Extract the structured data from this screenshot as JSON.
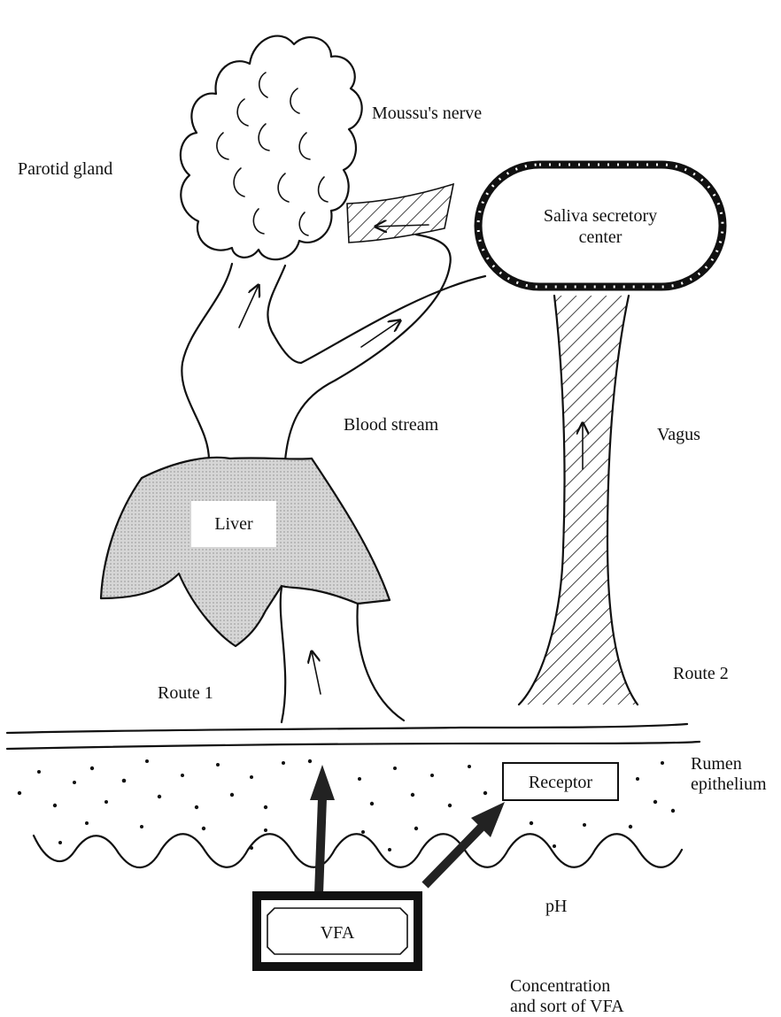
{
  "labels": {
    "parotid_gland": "Parotid gland",
    "moussu_nerve": "Moussu's nerve",
    "saliva_center_line1": "Saliva secretory",
    "saliva_center_line2": "center",
    "blood_stream": "Blood stream",
    "vagus": "Vagus",
    "liver": "Liver",
    "route1": "Route 1",
    "route2": "Route 2",
    "rumen_line1": "Rumen",
    "rumen_line2": "epithelium",
    "receptor": "Receptor",
    "ph": "pH",
    "vfa": "VFA",
    "concentration_line1": "Concentration",
    "concentration_line2": "and sort of VFA"
  },
  "colors": {
    "ink": "#111111",
    "liver_fill": "#c9c9c9",
    "background": "#ffffff"
  }
}
